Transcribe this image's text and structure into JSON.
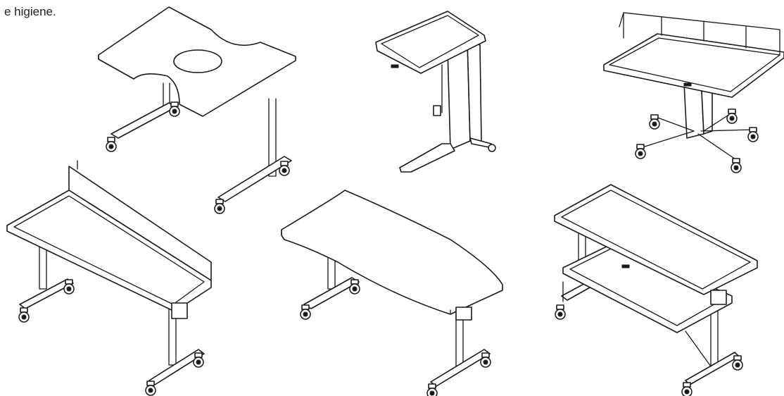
{
  "caption": {
    "text": "e higiene."
  },
  "tables": [
    {
      "id": "table-cutout-top"
    },
    {
      "id": "table-tray-pedestal"
    },
    {
      "id": "table-tray-railing"
    },
    {
      "id": "table-backboard"
    },
    {
      "id": "table-curved"
    },
    {
      "id": "table-two-shelf"
    }
  ]
}
